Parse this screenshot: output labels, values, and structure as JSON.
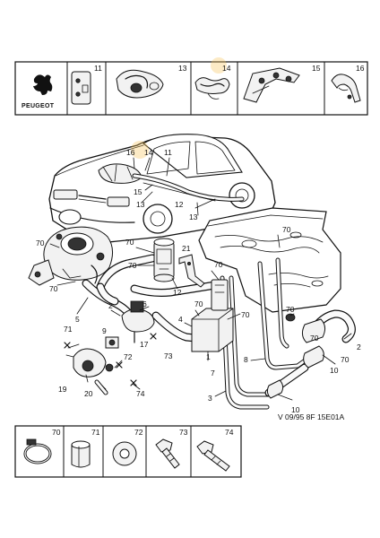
{
  "brand": {
    "logo_text": "PEUGEOT"
  },
  "top_strip": {
    "cells": [
      {
        "label": "11"
      },
      {
        "label": "13"
      },
      {
        "label": "14"
      },
      {
        "label": "15"
      },
      {
        "label": "16"
      }
    ]
  },
  "bottom_strip": {
    "cells": [
      {
        "label": "70"
      },
      {
        "label": "71"
      },
      {
        "label": "72"
      },
      {
        "label": "73"
      },
      {
        "label": "74"
      }
    ]
  },
  "car_callouts": {
    "c16": "16",
    "c14": "14",
    "c11": "11",
    "c15": "15",
    "c13a": "13",
    "c12": "12",
    "c13b": "13"
  },
  "diagram_callouts": {
    "c70_top": "70",
    "c70_left_a": "70",
    "c70_left_b": "70",
    "c70_mid_a": "70",
    "c21": "21",
    "c70_right_a": "70",
    "c70_mid_b": "70",
    "c12": "12",
    "c6": "6",
    "c70_c": "70",
    "c2_a": "2",
    "c5": "5",
    "c4": "4",
    "c70_d": "70",
    "c70_e": "70",
    "c71": "71",
    "c9": "9",
    "c17": "17",
    "c73": "73",
    "c72": "72",
    "c19": "19",
    "c20": "20",
    "c74": "74",
    "c1": "1",
    "c7": "7",
    "c3": "3",
    "c8": "8",
    "c70_f": "70",
    "c2_b": "2",
    "c10_a": "10",
    "c70_g": "70",
    "c10_b": "10"
  },
  "reference": "V 09/95 8F 15E01A"
}
